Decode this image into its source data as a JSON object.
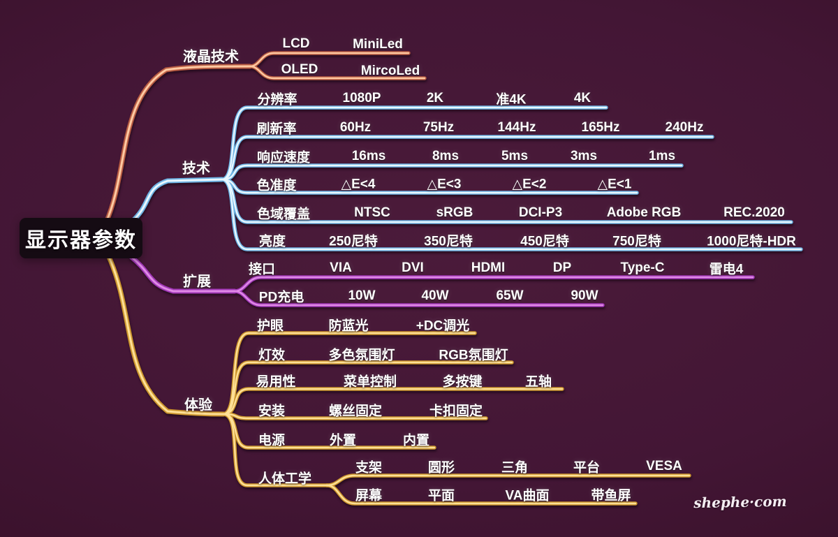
{
  "root": {
    "title": "显示器参数"
  },
  "watermark": "shephe·com",
  "colors": {
    "background": "#401331",
    "branch_liquid_crystal": "#e08a66",
    "branch_tech": "#8ec6ee",
    "branch_expand": "#c45ecb",
    "branch_experience": "#f0c25e",
    "text": "#ffffff"
  },
  "branches": [
    {
      "label": "液晶技术",
      "rows": [
        {
          "label": "LCD",
          "items": [
            "MiniLed"
          ]
        },
        {
          "label": "OLED",
          "items": [
            "MircoLed"
          ]
        }
      ]
    },
    {
      "label": "技术",
      "rows": [
        {
          "label": "分辨率",
          "items": [
            "1080P",
            "2K",
            "准4K",
            "4K"
          ]
        },
        {
          "label": "刷新率",
          "items": [
            "60Hz",
            "75Hz",
            "144Hz",
            "165Hz",
            "240Hz"
          ]
        },
        {
          "label": "响应速度",
          "items": [
            "16ms",
            "8ms",
            "5ms",
            "3ms",
            "1ms"
          ]
        },
        {
          "label": "色准度",
          "items": [
            "△E<4",
            "△E<3",
            "△E<2",
            "△E<1"
          ]
        },
        {
          "label": "色域覆盖",
          "items": [
            "NTSC",
            "sRGB",
            "DCI-P3",
            "Adobe RGB",
            "REC.2020"
          ]
        },
        {
          "label": "亮度",
          "items": [
            "250尼特",
            "350尼特",
            "450尼特",
            "750尼特",
            "1000尼特-HDR"
          ]
        }
      ]
    },
    {
      "label": "扩展",
      "rows": [
        {
          "label": "接口",
          "items": [
            "VIA",
            "DVI",
            "HDMI",
            "DP",
            "Type-C",
            "雷电4"
          ]
        },
        {
          "label": "PD充电",
          "items": [
            "10W",
            "40W",
            "65W",
            "90W"
          ]
        }
      ]
    },
    {
      "label": "体验",
      "rows": [
        {
          "label": "护眼",
          "items": [
            "防蓝光",
            "+DC调光"
          ]
        },
        {
          "label": "灯效",
          "items": [
            "多色氛围灯",
            "RGB氛围灯"
          ]
        },
        {
          "label": "易用性",
          "items": [
            "菜单控制",
            "多按键",
            "五轴"
          ]
        },
        {
          "label": "安装",
          "items": [
            "螺丝固定",
            "卡扣固定"
          ]
        },
        {
          "label": "电源",
          "items": [
            "外置",
            "内置"
          ]
        },
        {
          "label": "人体工学",
          "items": [],
          "children": [
            {
              "label": "支架",
              "items": [
                "圆形",
                "三角",
                "平台",
                "VESA"
              ]
            },
            {
              "label": "屏幕",
              "items": [
                "平面",
                "VA曲面",
                "带鱼屏"
              ]
            }
          ]
        }
      ]
    }
  ]
}
